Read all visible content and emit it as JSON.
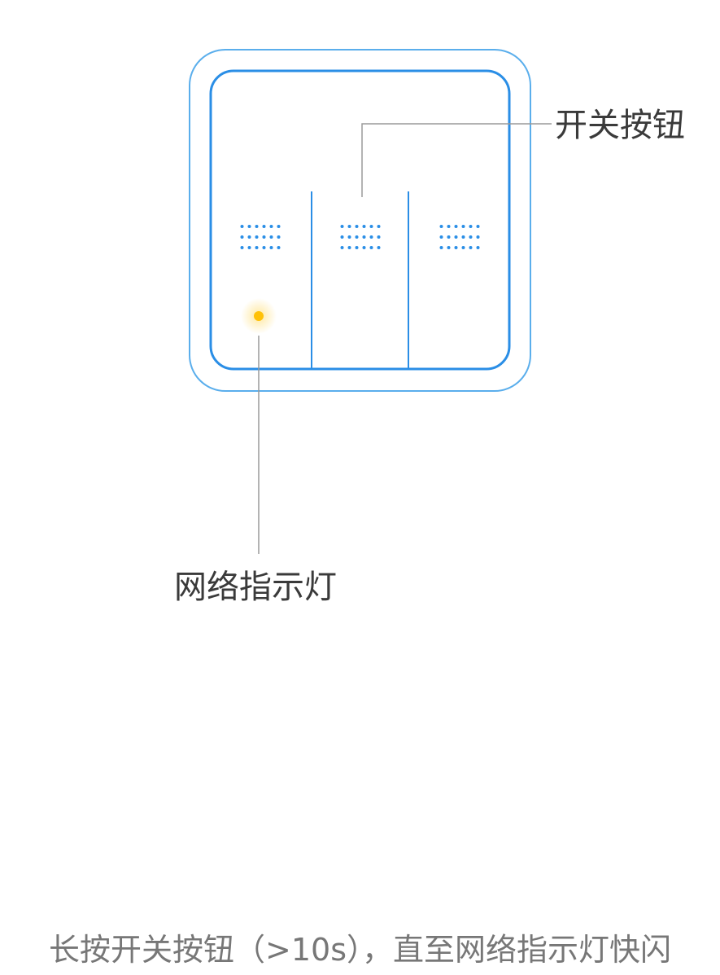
{
  "labels": {
    "switch_button": "开关按钮",
    "network_indicator": "网络指示灯"
  },
  "instruction": "长按开关按钮（>10s），直至网络指示灯快闪",
  "colors": {
    "outline": "#2a8ee6",
    "outer_outline": "#5aaeec",
    "indicator": "#ffc107",
    "leader_line": "#9a9a9a",
    "text": "#3a3a3a",
    "instruction_text": "#777777"
  },
  "device": {
    "gang_count": 3
  }
}
